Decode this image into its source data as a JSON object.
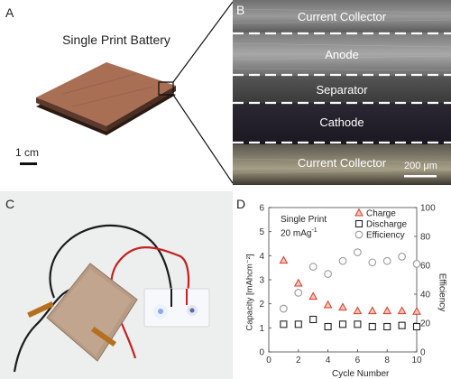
{
  "panel_a": {
    "letter": "A",
    "title": "Single Print Battery",
    "scale_label": "1 cm"
  },
  "panel_b": {
    "letter": "B",
    "layers": [
      "Current Collector",
      "Anode",
      "Separator",
      "Cathode",
      "Current Collector"
    ],
    "scale_label": "200 μm"
  },
  "panel_c": {
    "letter": "C"
  },
  "panel_d": {
    "letter": "D",
    "annotation_line1": "Single Print",
    "annotation_line2": "20 mAg",
    "annotation_sup": "-1",
    "ylabel_left": "Capacity [mAhcm⁻²]",
    "ylabel_right": "Efficiency",
    "xlabel": "Cycle Number"
  },
  "chart_data": {
    "type": "scatter",
    "xlabel": "Cycle Number",
    "ylabel": "Capacity [mAhcm⁻²]",
    "y2label": "Efficiency",
    "xlim": [
      0,
      10
    ],
    "ylim": [
      0,
      6
    ],
    "y2lim": [
      0,
      100
    ],
    "xticks": [
      0,
      2,
      4,
      6,
      8,
      10
    ],
    "yticks": [
      0,
      1,
      2,
      3,
      4,
      5,
      6
    ],
    "y2ticks": [
      0,
      20,
      40,
      60,
      80,
      100
    ],
    "legend_position": "top-right",
    "series": [
      {
        "name": "Charge",
        "axis": "left",
        "marker": "triangle",
        "color": "#d93a2a",
        "x": [
          1,
          2,
          3,
          4,
          5,
          6,
          7,
          8,
          9,
          10
        ],
        "y": [
          3.8,
          2.85,
          2.3,
          1.95,
          1.85,
          1.7,
          1.7,
          1.7,
          1.7,
          1.68
        ]
      },
      {
        "name": "Discharge",
        "axis": "left",
        "marker": "square",
        "color": "#222222",
        "x": [
          1,
          2,
          3,
          4,
          5,
          6,
          7,
          8,
          9,
          10
        ],
        "y": [
          1.15,
          1.15,
          1.35,
          1.05,
          1.15,
          1.15,
          1.05,
          1.05,
          1.1,
          1.05
        ]
      },
      {
        "name": "Efficiency",
        "axis": "right",
        "marker": "circle",
        "color": "#999999",
        "x": [
          1,
          2,
          3,
          4,
          5,
          6,
          7,
          8,
          9,
          10
        ],
        "y": [
          30,
          41,
          59,
          54,
          63,
          69,
          62,
          63,
          66,
          61
        ]
      }
    ]
  }
}
